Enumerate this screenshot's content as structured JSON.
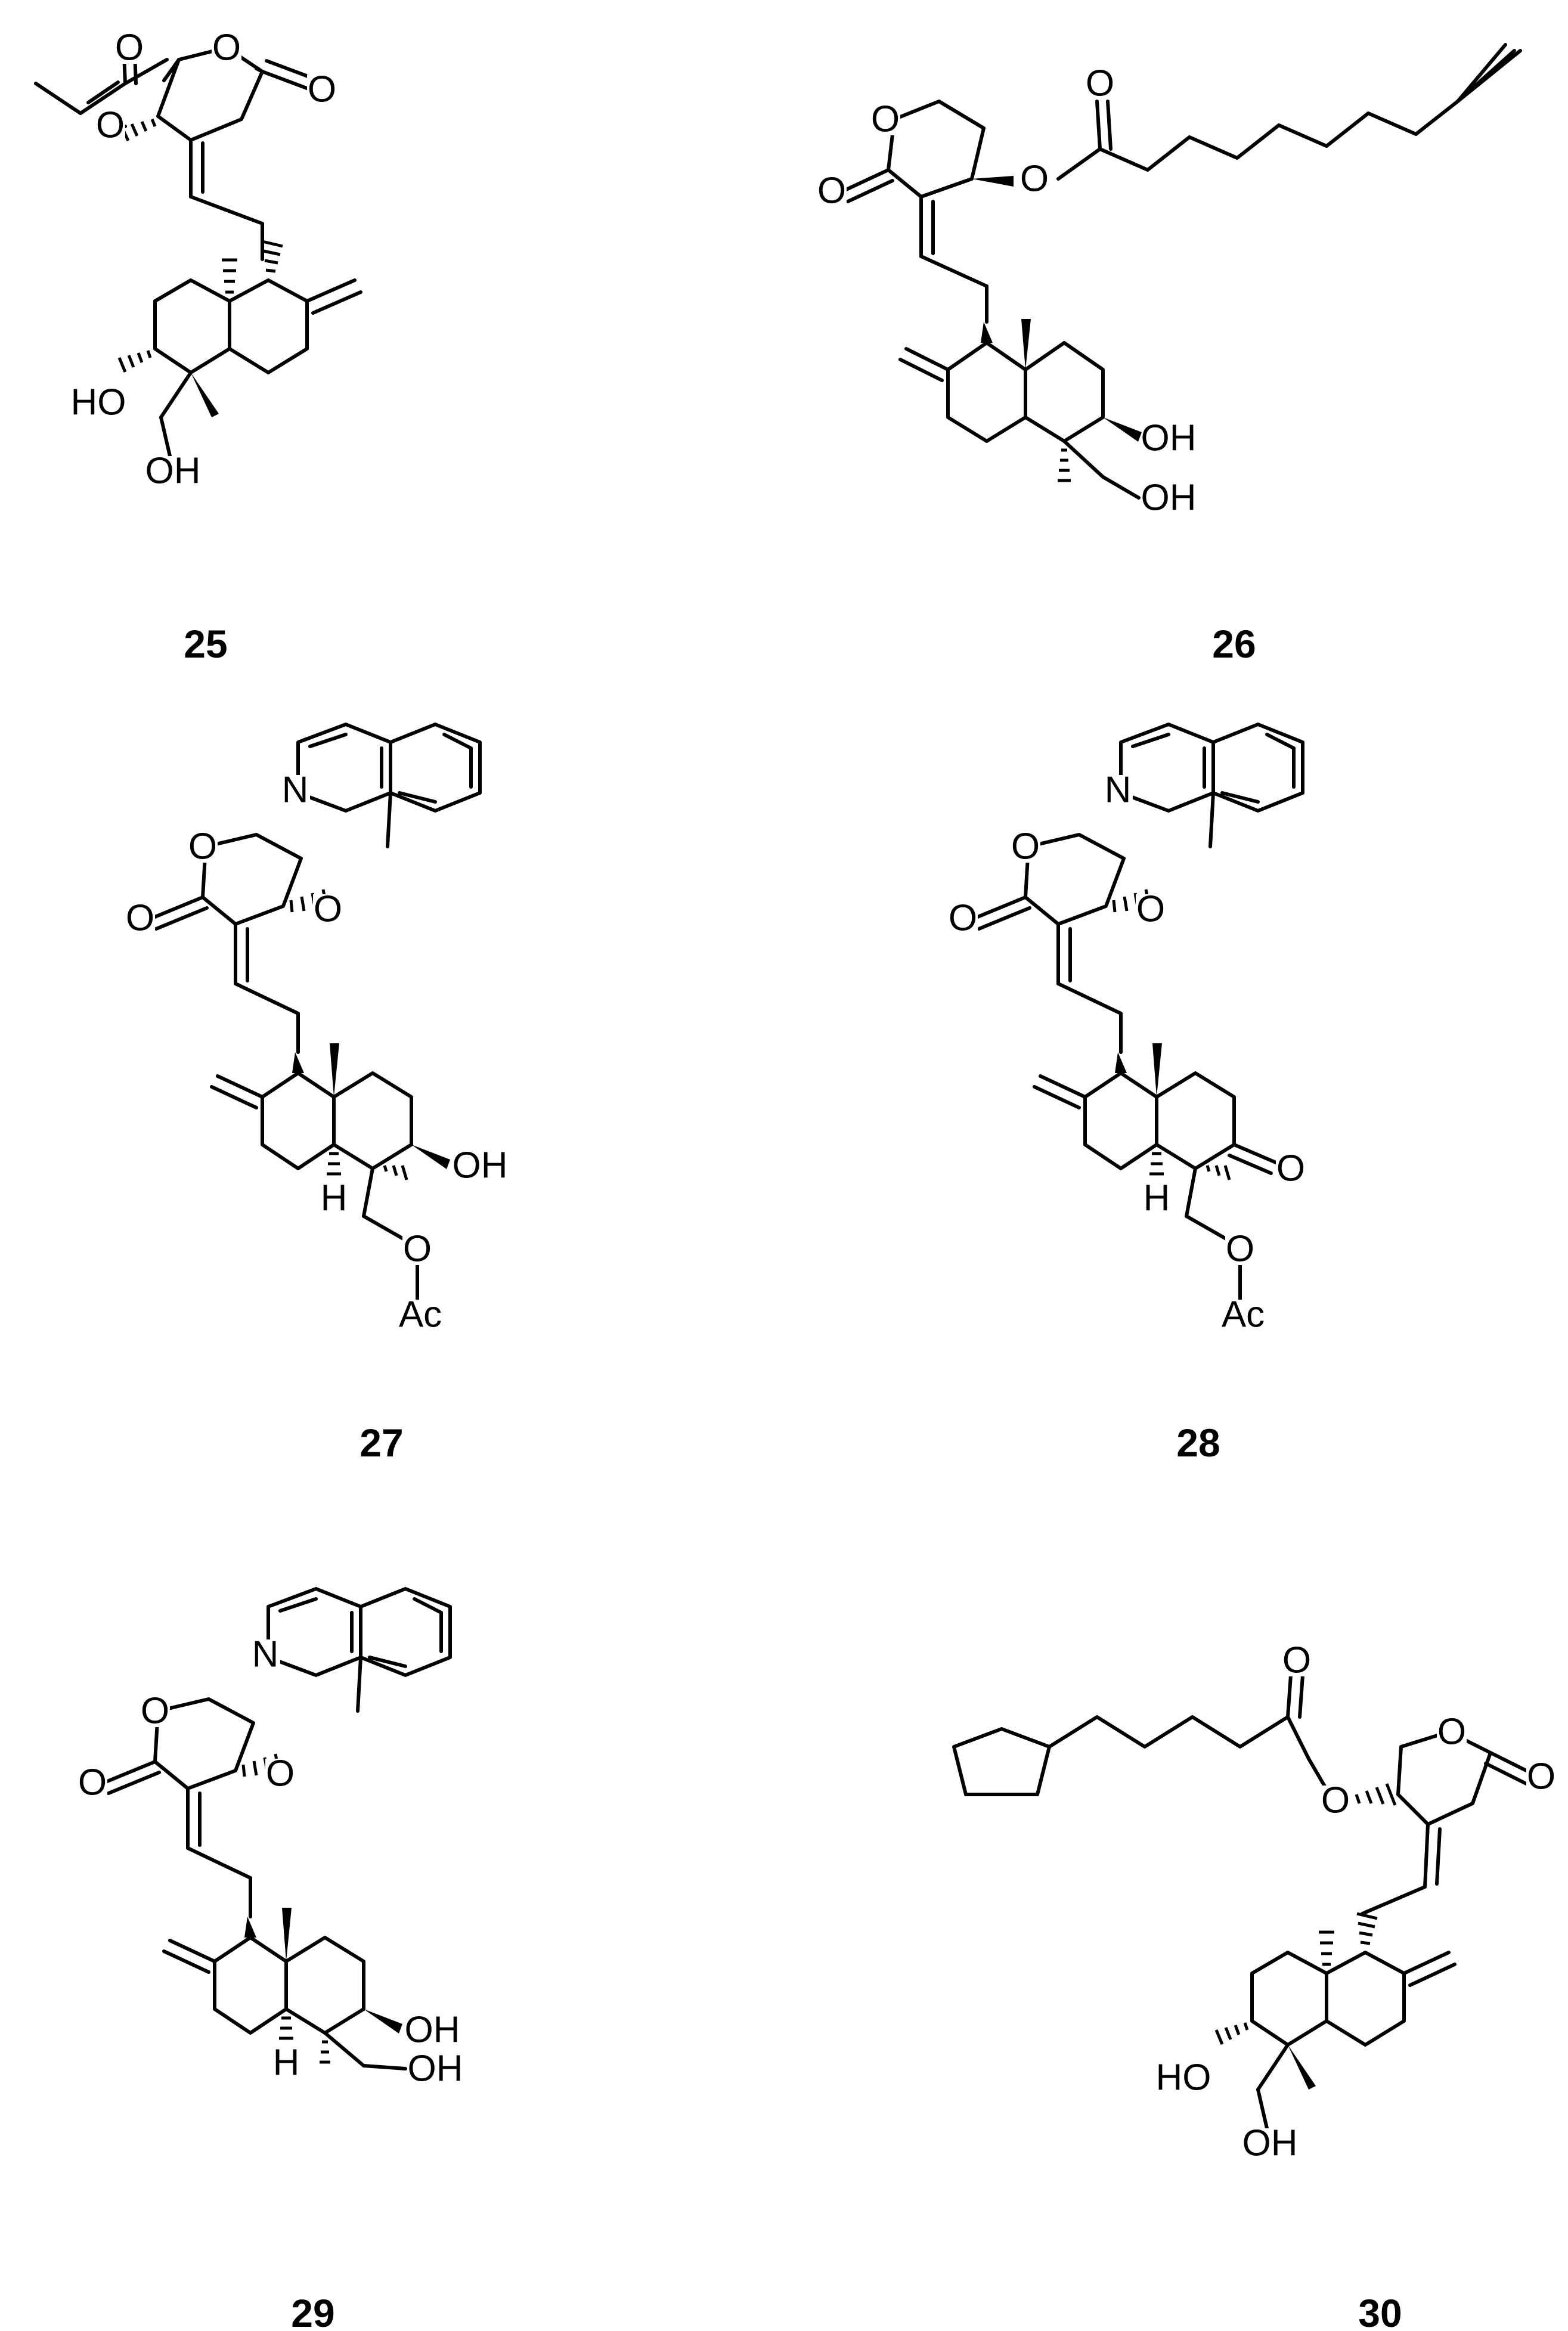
{
  "compounds": [
    {
      "id": "25",
      "labels": {
        "o_ring": "O",
        "o_carbonyl": "O",
        "o_ester": "O",
        "o_ester_carbonyl": "O",
        "ho": "HO",
        "oh": "OH"
      }
    },
    {
      "id": "26",
      "labels": {
        "o_ring": "O",
        "o_carbonyl": "O",
        "o_ester": "O",
        "o_ester_carbonyl": "O",
        "oh": "OH",
        "ch2oh": "OH"
      }
    },
    {
      "id": "27",
      "labels": {
        "n": "N",
        "o_ether": "O",
        "o_ring": "O",
        "o_carbonyl": "O",
        "oh": "OH",
        "h": "H",
        "o_acetyl": "O",
        "ac": "Ac"
      }
    },
    {
      "id": "28",
      "labels": {
        "n": "N",
        "o_ether": "O",
        "o_ring": "O",
        "o_carbonyl": "O",
        "o_ketone": "O",
        "h": "H",
        "o_acetyl": "O",
        "ac": "Ac"
      }
    },
    {
      "id": "29",
      "labels": {
        "n": "N",
        "o_ether": "O",
        "o_ring": "O",
        "o_carbonyl": "O",
        "oh": "OH",
        "h": "H",
        "ch2oh": "OH"
      }
    },
    {
      "id": "30",
      "labels": {
        "o_ring": "O",
        "o_carbonyl": "O",
        "o_ester": "O",
        "o_ester_carbonyl": "O",
        "ho": "HO",
        "oh": "OH"
      }
    }
  ]
}
